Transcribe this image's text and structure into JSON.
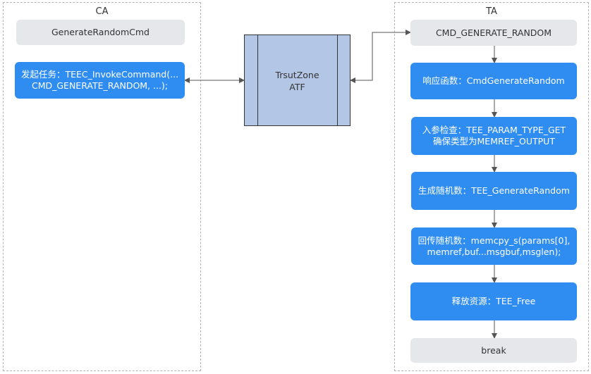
{
  "lanes": {
    "ca": {
      "title": "CA",
      "nodes": {
        "cmd": "GenerateRandomCmd",
        "invoke": "发起任务：TEEC_InvokeCommand(...\nCMD_GENERATE_RANDOM, ...);"
      }
    },
    "ta": {
      "title": "TA",
      "nodes": {
        "cmd": "CMD_GENERATE_RANDOM",
        "respond": "响应函数：CmdGenerateRandom",
        "check": "入参检查：TEE_PARAM_TYPE_GET\n确保类型为MEMREF_OUTPUT",
        "generate": "生成随机数：TEE_GenerateRandom",
        "return": "回传随机数：memcpy_s(params[0],\nmemref,buf...msgbuf,msglen);",
        "free": "释放资源：TEE_Free",
        "break": "break"
      }
    }
  },
  "trustzone": {
    "label": "TrsutZone\nATF"
  },
  "colors": {
    "process_blue": "#2f8df2",
    "terminal_grey": "#e5e7ea",
    "trustzone_fill": "#b3c6e5",
    "lane_border": "#b3b3b3",
    "connector": "#555555"
  }
}
